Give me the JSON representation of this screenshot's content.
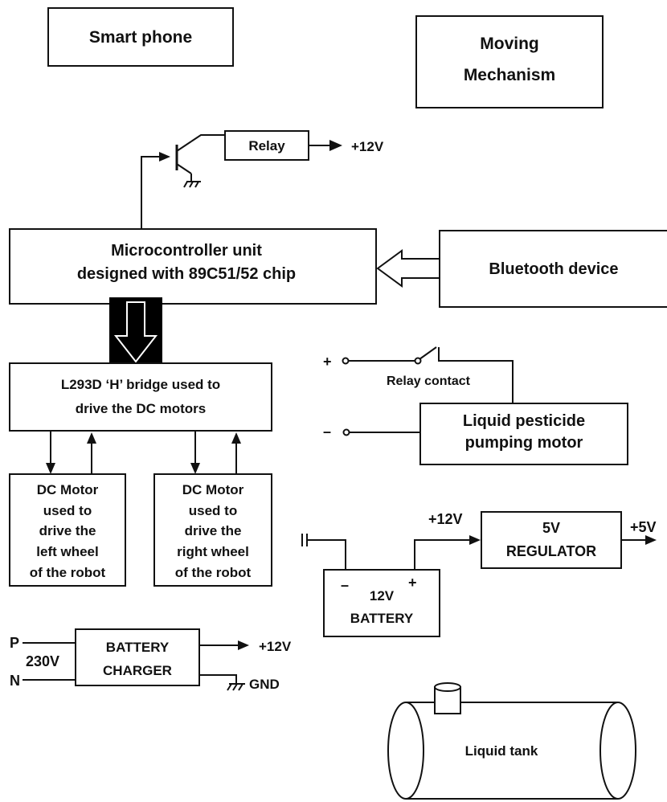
{
  "blocks": {
    "smart_phone": "Smart phone",
    "moving_mechanism": [
      "Moving",
      "Mechanism"
    ],
    "relay": "Relay",
    "relay_supply": "+12V",
    "mcu": [
      "Microcontroller unit",
      "designed with 89C51/52 chip"
    ],
    "bluetooth": "Bluetooth device",
    "hbridge": [
      "L293D ‘H’ bridge used to",
      "drive the DC motors"
    ],
    "motor_left": [
      "DC Motor",
      "used to",
      "drive the",
      "left wheel",
      "of the robot"
    ],
    "motor_right": [
      "DC Motor",
      "used to",
      "drive the",
      "right wheel",
      "of the robot"
    ],
    "relay_contact": "Relay contact",
    "pump_plus": "+",
    "pump_minus": "–",
    "pump_motor": [
      "Liquid pesticide",
      "pumping motor"
    ],
    "battery": [
      "12V",
      "BATTERY"
    ],
    "battery_minus": "–",
    "battery_plus": "+",
    "battery_out": "+12V",
    "regulator": [
      "5V",
      "REGULATOR"
    ],
    "regulator_out": "+5V",
    "charger": [
      "BATTERY",
      "CHARGER"
    ],
    "charger_p": "P",
    "charger_n": "N",
    "charger_in": "230V",
    "charger_out": "+12V",
    "charger_gnd": "GND",
    "tank": "Liquid tank"
  }
}
